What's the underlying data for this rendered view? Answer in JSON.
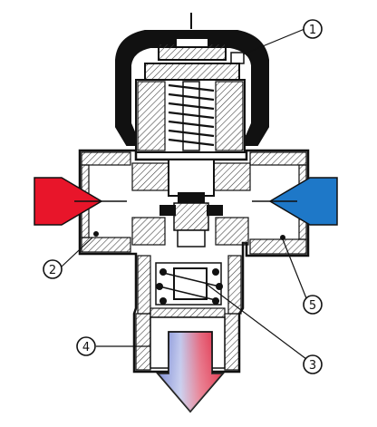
{
  "colors": {
    "ink": "#111111",
    "hatch": "#444444",
    "hot": "#e8152a",
    "cold": "#1e78c8",
    "mixed_top": "#7a4fa0",
    "mixed_bottom": "#e0203a"
  },
  "callouts": [
    {
      "id": "callout-1",
      "label": "1"
    },
    {
      "id": "callout-2",
      "label": "2"
    },
    {
      "id": "callout-3",
      "label": "3"
    },
    {
      "id": "callout-4",
      "label": "4"
    },
    {
      "id": "callout-5",
      "label": "5"
    }
  ],
  "arrows": {
    "hot_inlet": "red-arrow-icon",
    "cold_inlet": "blue-arrow-icon",
    "mixed_outlet": "gradient-arrow-icon"
  }
}
